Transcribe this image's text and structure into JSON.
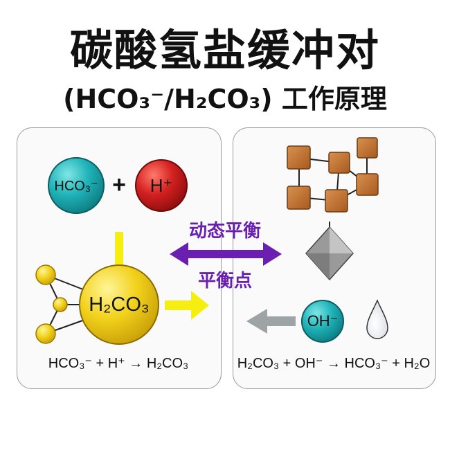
{
  "title": "碳酸氢盐缓冲对",
  "subtitle": "(HCO₃⁻/H₂CO₃) 工作原理",
  "left_panel": {
    "bicarbonate_label": "HCO₃⁻",
    "plus": "+",
    "proton_label": "H⁺",
    "carbonic_acid_label": "H₂CO₃",
    "equation": "HCO₃⁻ + H⁺ → H₂CO₃"
  },
  "center": {
    "top_label": "动态平衡",
    "bottom_label": "平衡点",
    "arrow_color": "#6a1fb0"
  },
  "right_panel": {
    "hydroxide_label": "OH⁻",
    "equation": "H₂CO₃ + OH⁻ → HCO₃⁻ + H₂O"
  },
  "colors": {
    "teal": "#1fb3b8",
    "red": "#d42020",
    "yellow": "#f2d21c",
    "brown": "#b8692a",
    "gray": "#9a9a9a"
  }
}
